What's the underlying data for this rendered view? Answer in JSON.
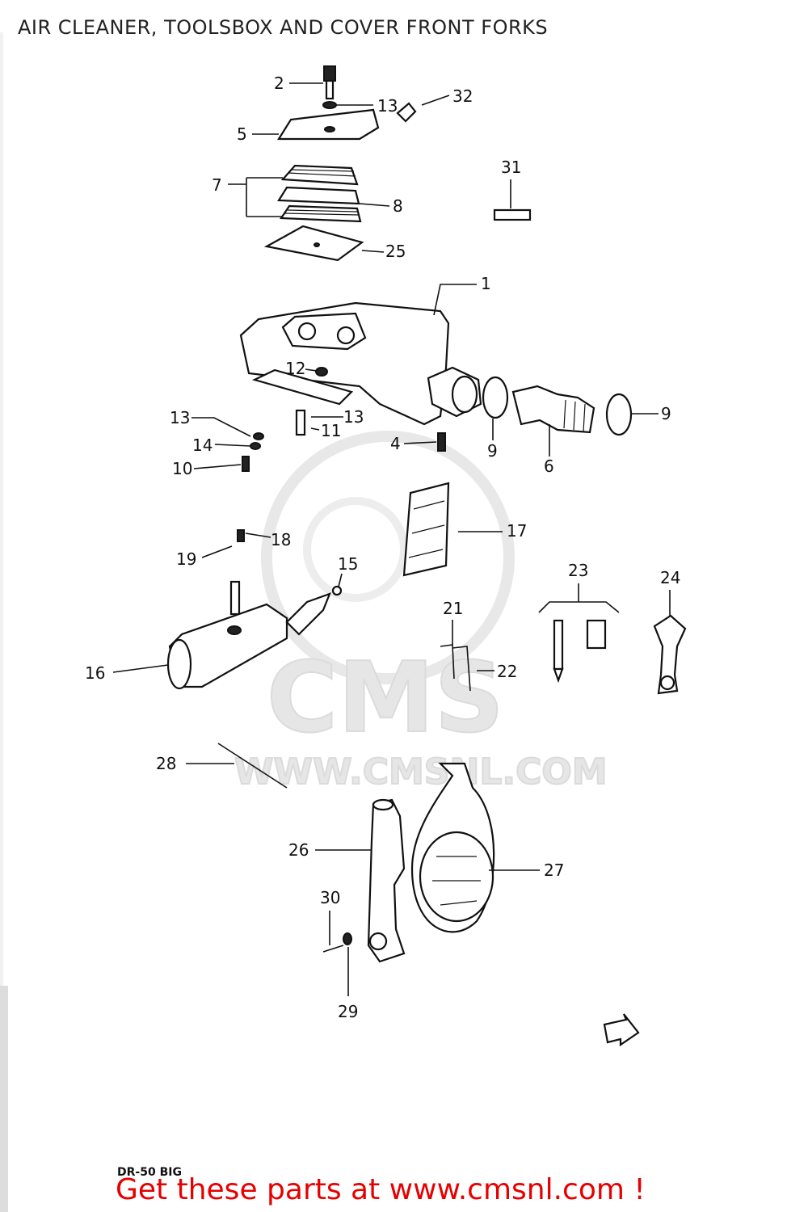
{
  "title": "AIR CLEANER, TOOLSBOX AND COVER FRONT FORKS",
  "model_code": "DR-50 BIG",
  "footer_link_text": "Get these parts at www.cmsnl.com !",
  "watermark": {
    "brand": "CMS",
    "url": "WWW.CMSNL.COM"
  },
  "colors": {
    "footer_link": "#e60000",
    "line_art": "#111111",
    "watermark": "#e4e4e4"
  },
  "callouts": [
    "1",
    "2",
    "4",
    "5",
    "6",
    "7",
    "8",
    "9",
    "9",
    "10",
    "11",
    "12",
    "13",
    "13",
    "13",
    "14",
    "15",
    "16",
    "17",
    "18",
    "19",
    "21",
    "22",
    "23",
    "24",
    "25",
    "26",
    "27",
    "28",
    "29",
    "30",
    "31",
    "32"
  ]
}
